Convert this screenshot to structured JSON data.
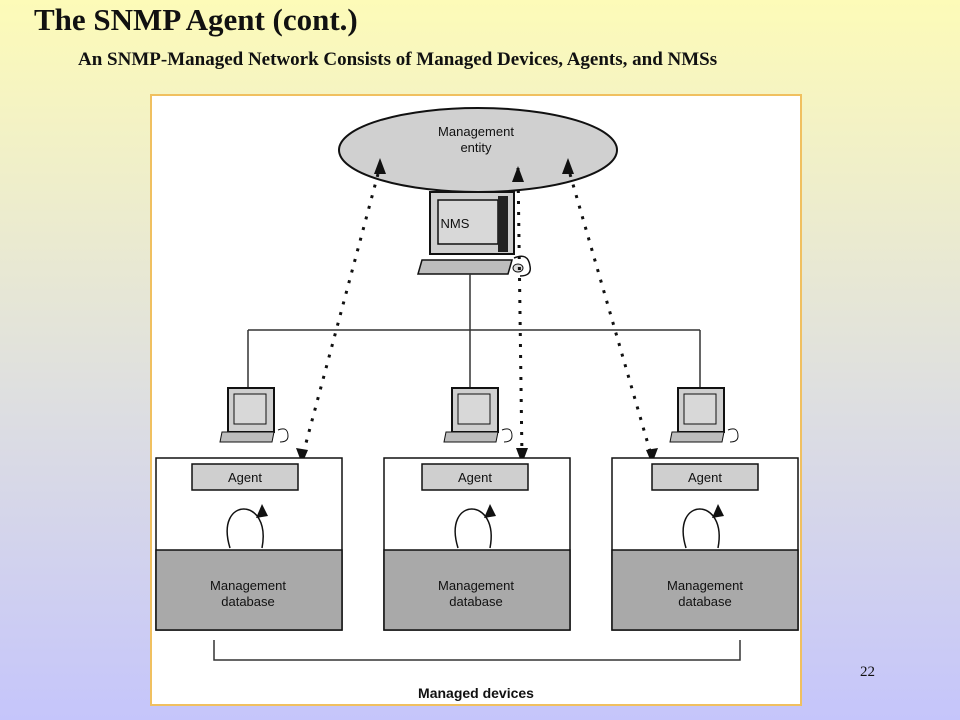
{
  "slide": {
    "title": "The SNMP Agent (cont.)",
    "subtitle": "An SNMP-Managed Network Consists of Managed Devices, Agents, and NMSs",
    "page_number": "22"
  },
  "diagram": {
    "management_entity_label_line1": "Management",
    "management_entity_label_line2": "entity",
    "nms_label": "NMS",
    "agents": [
      {
        "label": "Agent",
        "database_label_line1": "Management",
        "database_label_line2": "database"
      },
      {
        "label": "Agent",
        "database_label_line1": "Management",
        "database_label_line2": "database"
      },
      {
        "label": "Agent",
        "database_label_line1": "Management",
        "database_label_line2": "database"
      }
    ],
    "managed_devices_label": "Managed devices"
  }
}
